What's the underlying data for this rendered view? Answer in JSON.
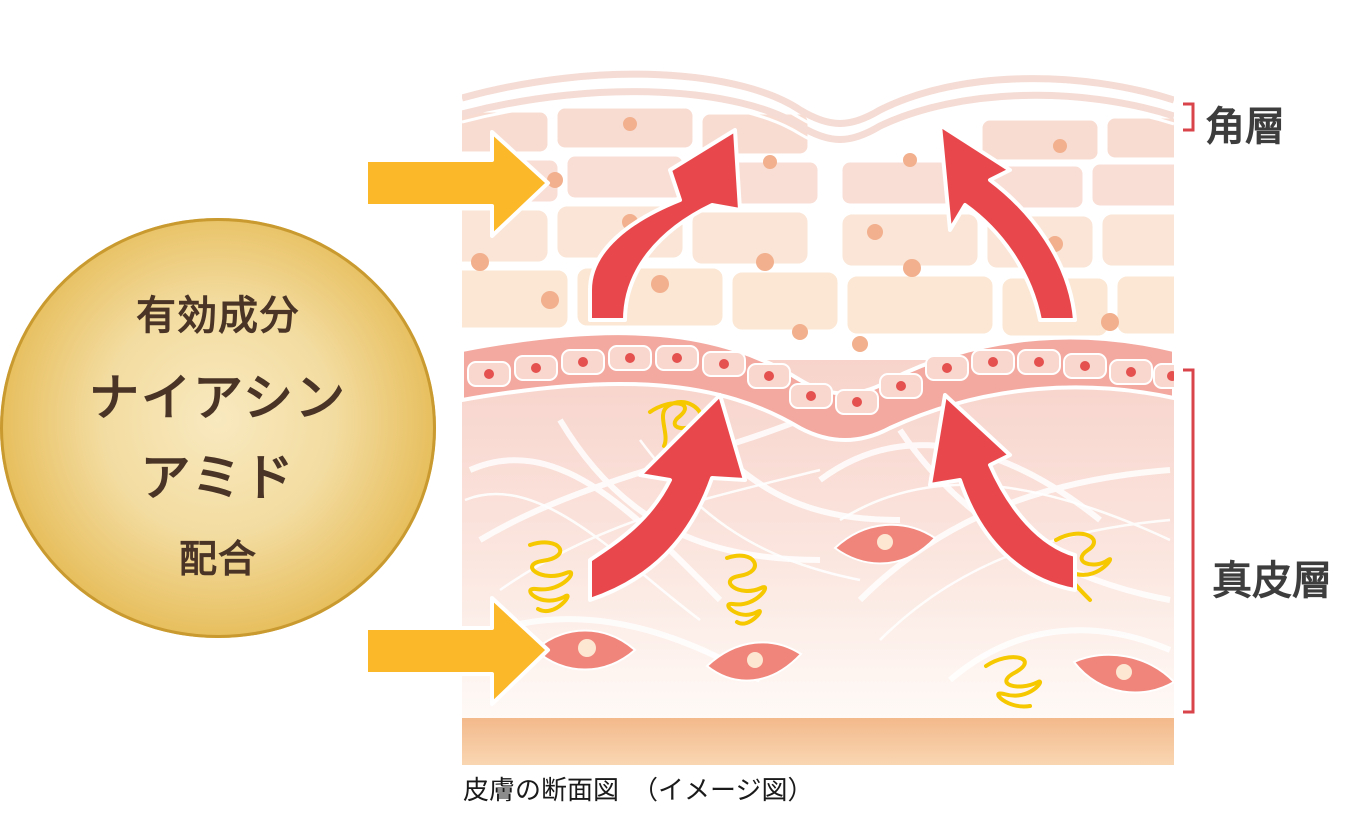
{
  "badge": {
    "line1": "有効成分",
    "line2": "ナイアシン",
    "line3": "アミド",
    "line4": "配合"
  },
  "layers": {
    "stratum_corneum": "角層",
    "dermis": "真皮層"
  },
  "caption": "皮膚の断面図　（イメージ図）",
  "colors": {
    "arrow_orange": "#fbb829",
    "arrow_red": "#e8484c",
    "bracket_red": "#d9444a",
    "badge_gold": "#d9ac45",
    "base_layer": "#f6c79a"
  }
}
